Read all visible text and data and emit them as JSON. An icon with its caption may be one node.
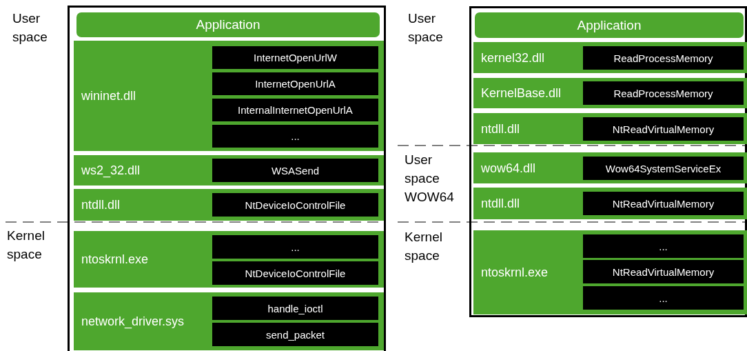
{
  "diagram": {
    "nodes": [
      {
        "text": [],
        "shape": "box"
      },
      {
        "text": [
          "Application"
        ],
        "in": 0
      },
      {
        "text": [
          "wininet.dll"
        ],
        "in": 0
      },
      {
        "text": [
          "InternetOpenUrlW"
        ],
        "in": 2
      },
      {
        "text": [
          "InternetOpenUrlA"
        ],
        "in": 2
      },
      {
        "text": [
          "InternalInternetOpenUrlA"
        ],
        "in": 2
      },
      {
        "text": [
          "..."
        ],
        "in": 2
      },
      {
        "text": [
          "ws2_32.dll"
        ],
        "in": 0
      },
      {
        "text": [
          "WSASend"
        ],
        "in": 7
      },
      {
        "text": [
          "ntdll.dll"
        ],
        "in": 0
      },
      {
        "text": [
          "NtDeviceIoControlFile"
        ],
        "in": 9
      },
      {
        "text": [
          "ntoskrnl.exe"
        ],
        "in": 0
      },
      {
        "text": [
          "..."
        ],
        "in": 11
      },
      {
        "text": [
          "NtDeviceIoControlFile"
        ],
        "in": 11
      },
      {
        "text": [
          "network_driver.sys"
        ],
        "in": 0
      },
      {
        "text": [
          "handle_ioctl"
        ],
        "in": 14
      },
      {
        "text": [
          "send_packet"
        ],
        "in": 14
      },
      {
        "text": [],
        "shape": "box"
      },
      {
        "text": [
          "Application"
        ],
        "in": 17
      },
      {
        "text": [
          "kernel32.dll"
        ],
        "in": 17
      },
      {
        "text": [
          "ReadProcessMemory"
        ],
        "in": 19
      },
      {
        "text": [
          "KernelBase.dll"
        ],
        "in": 17
      },
      {
        "text": [
          "ReadProcessMemory"
        ],
        "in": 21
      },
      {
        "text": [
          "ntdll.dll"
        ],
        "in": 17
      },
      {
        "text": [
          "NtReadVirtualMemory"
        ],
        "in": 23
      },
      {
        "text": [
          "wow64.dll"
        ],
        "in": 17
      },
      {
        "text": [
          "Wow64SystemServiceEx"
        ],
        "in": 25
      },
      {
        "text": [
          "ntdll.dll"
        ],
        "in": 17
      },
      {
        "text": [
          "NtReadVirtualMemory"
        ],
        "in": 27
      },
      {
        "text": [
          "ntoskrnl.exe"
        ],
        "in": 17
      },
      {
        "text": [
          "..."
        ],
        "in": 29
      },
      {
        "text": [
          "NtReadVirtualMemory"
        ],
        "in": 29
      },
      {
        "text": [
          "..."
        ],
        "in": 29
      }
    ],
    "labels": [
      "User space",
      "Kernel space",
      "User space",
      "User space WOW64",
      "Kernel space"
    ]
  }
}
